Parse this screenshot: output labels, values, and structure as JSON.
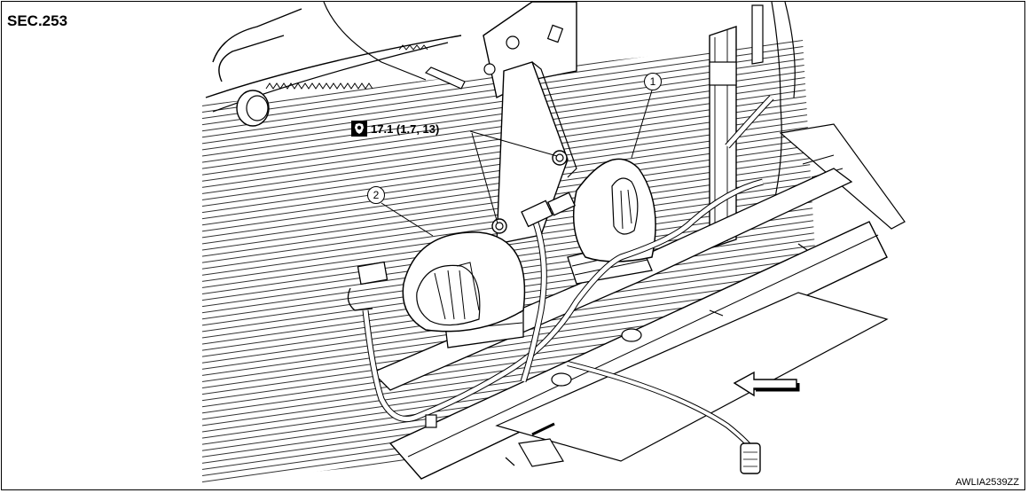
{
  "section_label": "SEC.253",
  "reference_code": "AWLIA2539ZZ",
  "torque_spec": "17.1 (1.7, 13)",
  "callouts": [
    "1",
    "2"
  ],
  "colors": {
    "line": "#000000",
    "background": "#ffffff"
  },
  "icons": {
    "torque": "torque-wrench-icon",
    "direction": "front-direction-arrow-icon"
  }
}
